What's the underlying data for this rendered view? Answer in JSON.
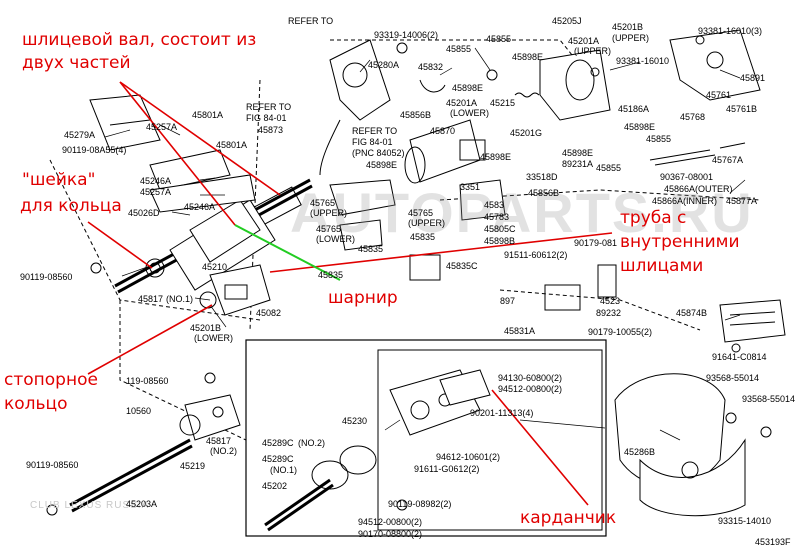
{
  "annotations": {
    "spline_shaft": "шлицевой вал, состоит из\nдвух частей",
    "ring_neck_1": "\"шейка\"",
    "ring_neck_2": "для кольца",
    "retaining_ring_1": "стопорное",
    "retaining_ring_2": "кольцо",
    "hinge": "шарнир",
    "tube_1": "труба с",
    "tube_2": "внутренними",
    "tube_3": "шлицами",
    "cardan": "карданчик"
  },
  "refs": {
    "ref1_a": "REFER TO",
    "ref1_b": "FIG 84-01",
    "ref2_a": "REFER TO",
    "ref2_b": "FIG 84-01",
    "ref2_c": "(PNC 84052)",
    "ref3": "REFER TO"
  },
  "parts": {
    "p45801a_1": "45801A",
    "p45801a_2": "45801A",
    "p45279a": "45279A",
    "p90119_08a55": "90119-08A55(4)",
    "p45257a": "45257A",
    "p45246a_1": "45246A",
    "p45257a_2": "45257A",
    "p45246a_2": "45246A",
    "p45026d": "45026D",
    "p45873": "45873",
    "p45280a": "45280A",
    "p45832": "45832",
    "p45855_1": "45855",
    "p45898e_1": "45898E",
    "p45856b": "45856B",
    "p45201a": "45201A",
    "p45201a_lower": "(LOWER)",
    "p45870": "45870",
    "p45898e_2": "45898E",
    "p45898e_3": "45898E",
    "p45215": "45215",
    "p45201g": "45201G",
    "p93319": "93319-14006(2)",
    "p45205j": "45205J",
    "p45201a_2": "45201A",
    "p45201a_upper": "(UPPER)",
    "p45201b_top": "45201B",
    "p45201b_upper": "(UPPER)",
    "p93381_a": "93381-16010(3)",
    "p93381_b": "93381-16010",
    "p45855_2": "45855",
    "p45898e_4": "45898E",
    "p45891": "45891",
    "p45186a": "45186A",
    "p45761": "45761",
    "p45761b": "45761B",
    "p45768": "45768",
    "p45898e_5": "45898E",
    "p45855_3": "45855",
    "p45898e_6": "45898E",
    "p89231a": "89231A",
    "p45855_4": "45855",
    "p45767a": "45767A",
    "p33518d": "33518D",
    "p3351": "3351",
    "p45856b_2": "45856B",
    "p90367": "90367-08001",
    "p45866a_outer": "45866A(OUTER)",
    "p45866a_inner": "45866A(INNER)",
    "p45877a": "45877A",
    "p45765_upper": "45765",
    "p45765_upper_l": "(UPPER)",
    "p45765_lower": "45765",
    "p45765_lower_l": "(LOWER)",
    "p45765_2": "45765",
    "p45765_2l": "(UPPER)",
    "p45835_1": "45835",
    "p45835_2": "45835",
    "p45835_3": "45835",
    "p4583_1": "4583",
    "p45783": "45783",
    "p45805c": "45805C",
    "p45898b": "45898B",
    "p90179_081": "90179-081",
    "p91511": "91511-60612(2)",
    "p45835c": "45835C",
    "p4523": "4523",
    "p897": "897",
    "p89232": "89232",
    "p45831a": "45831A",
    "p90179_10055": "90179-10055(2)",
    "p45210": "45210",
    "p45082": "45082",
    "p90119_08560_1": "90119-08560",
    "p45817_1": "45817",
    "p45817_1n": "(NO.1)",
    "p45201b": "45201B",
    "p45201b_lower": "(LOWER)",
    "p119_08560": "119-08560",
    "p10560": "10560",
    "p45817_2": "45817",
    "p45817_2n": "(NO.2)",
    "p45219": "45219",
    "p90119_08560_2": "90119-08560",
    "p45203a": "45203A",
    "p45874b": "45874B",
    "p91641": "91641-C0814",
    "p93568_a": "93568-55014",
    "p93568_b": "93568-55014",
    "p45286b": "45286B",
    "p93315": "93315-14010",
    "p45230": "45230",
    "p45289c_2": "45289C",
    "p45289c_2n": "(NO.2)",
    "p45289c_1": "45289C",
    "p45289c_1n": "(NO.1)",
    "p45202": "45202",
    "p94130": "94130-60800(2)",
    "p94512_a": "94512-00800(2)",
    "p90201": "90201-11313(4)",
    "p94612": "94612-10601(2)",
    "p91611": "91611-G0612(2)",
    "p90119_08982": "90119-08982(2)",
    "p94512_b": "94512-00800(2)",
    "p90170": "90170-08800(2)"
  },
  "watermark": "AUTOPARTS.RU",
  "watermark_sub": "CLUB LEXUS RUSSIA",
  "figure_code": "453193F"
}
